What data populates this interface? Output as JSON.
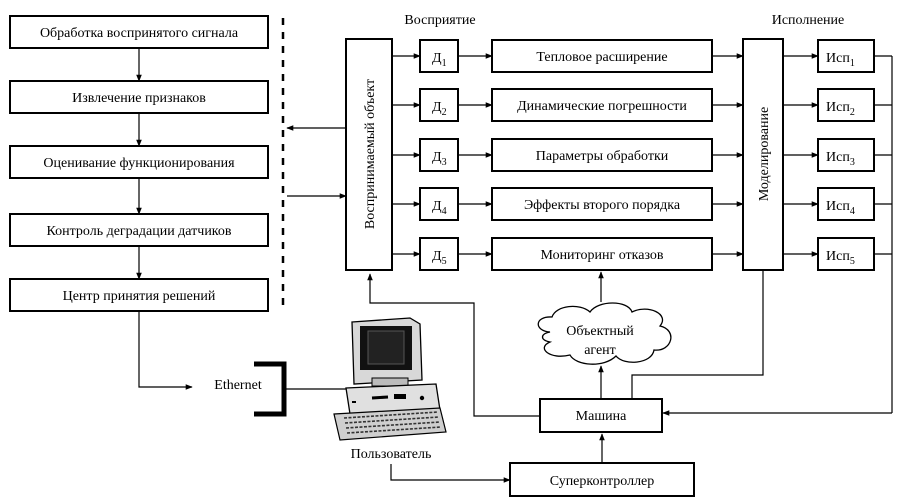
{
  "headers": {
    "perception": "Восприятие",
    "execution": "Исполнение"
  },
  "left_chain": [
    "Обработка воспринятого сигнала",
    "Извлечение признаков",
    "Оценивание функционирования",
    "Контроль деградации датчиков",
    "Центр принятия решений"
  ],
  "perceived_object": "Воспринимаемый объект",
  "modeling": "Моделирование",
  "sensor": {
    "letter": "Д",
    "indices": [
      "1",
      "2",
      "3",
      "4",
      "5"
    ]
  },
  "processes": [
    "Тепловое расширение",
    "Динамические погрешности",
    "Параметры обработки",
    "Эффекты второго порядка",
    "Мониторинг отказов"
  ],
  "executor": {
    "prefix": "Исп",
    "indices": [
      "1",
      "2",
      "3",
      "4",
      "5"
    ]
  },
  "object_agent": {
    "line1": "Объектный",
    "line2": "агент"
  },
  "machine": "Машина",
  "supercontroller": "Суперконтроллер",
  "ethernet": "Ethernet",
  "user": "Пользователь"
}
